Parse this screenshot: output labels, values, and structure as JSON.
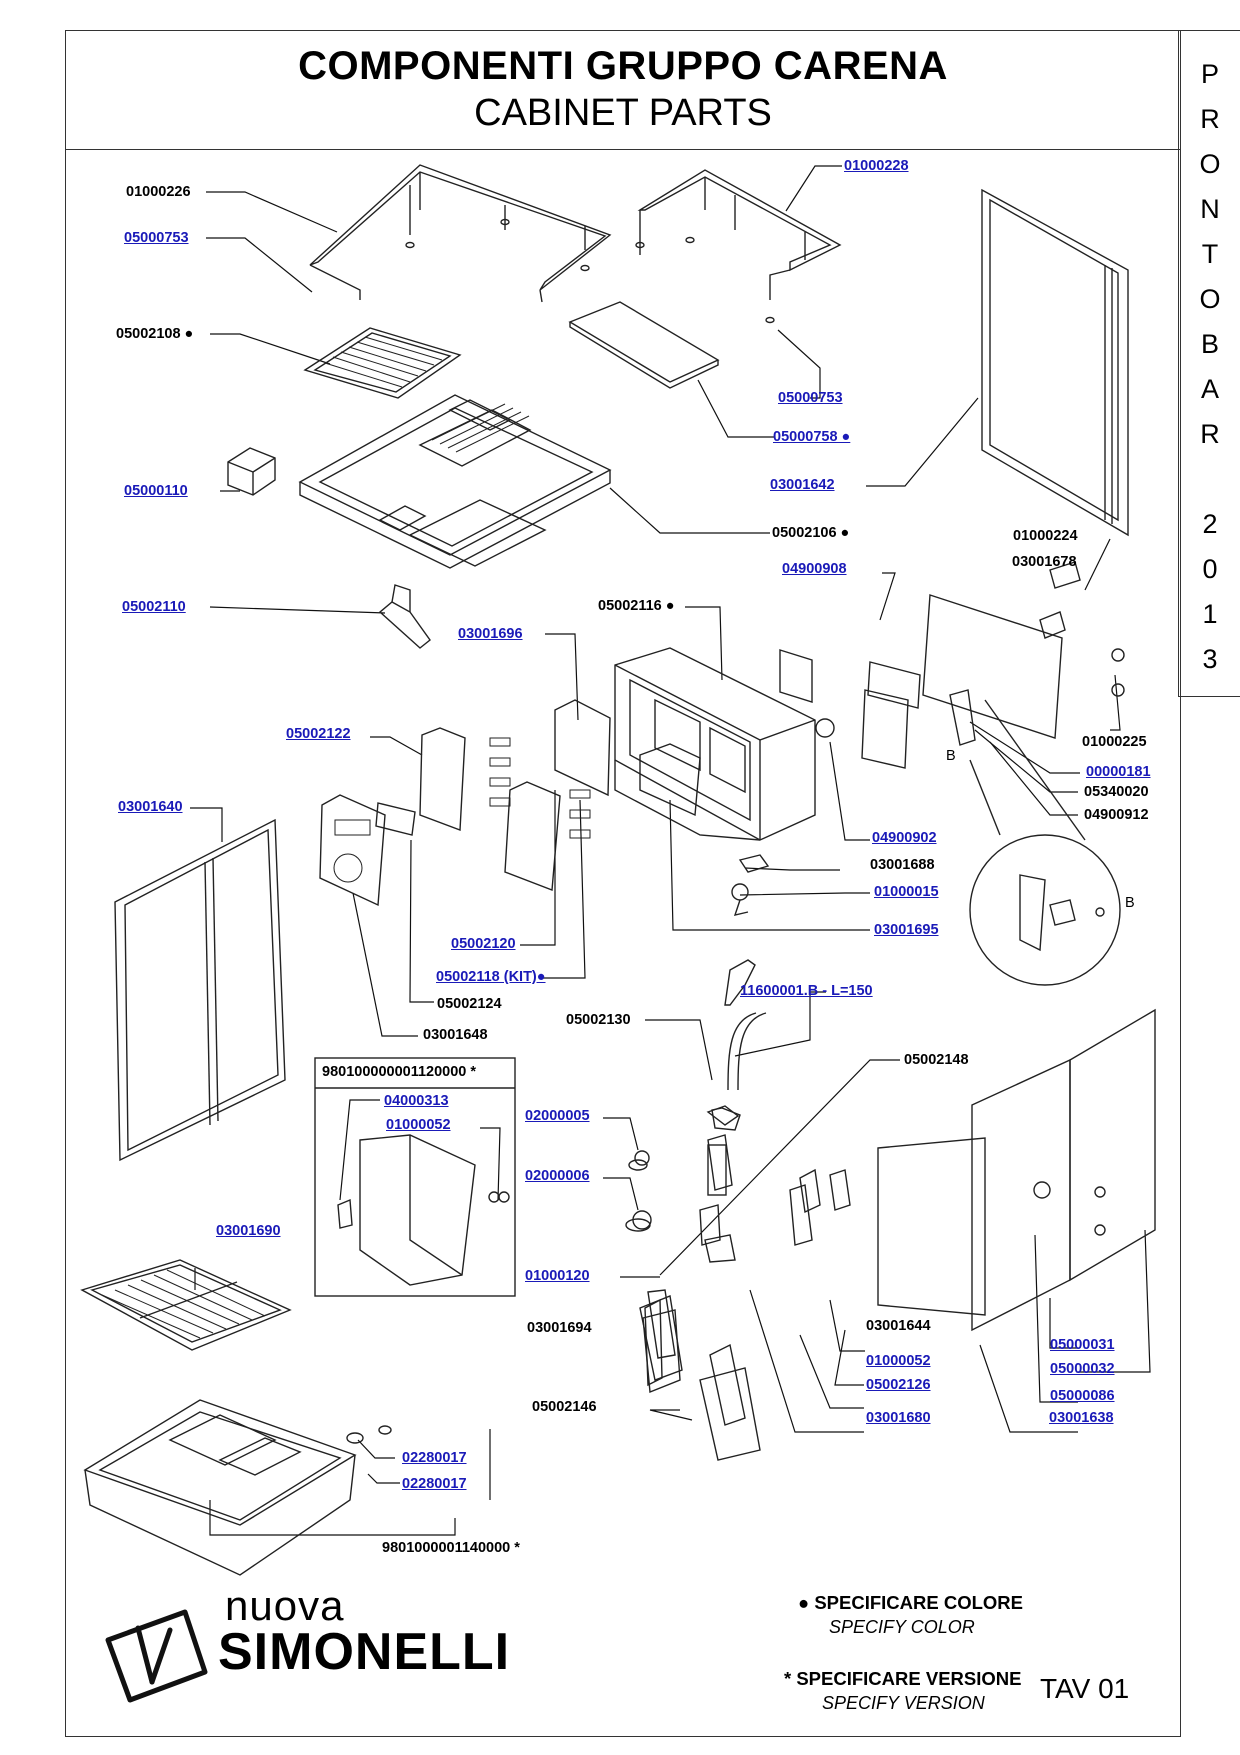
{
  "title": {
    "line1": "COMPONENTI GRUPPO CARENA",
    "line2": "CABINET PARTS"
  },
  "vertical_label": [
    "P",
    "R",
    "O",
    "N",
    "T",
    "O",
    "B",
    "A",
    "R",
    "",
    "2",
    "0",
    "1",
    "3"
  ],
  "sheet_code": "TAV 01",
  "brand": {
    "line1": "nuova",
    "line2": "SIMONELLI"
  },
  "notes": {
    "color_it": "● SPECIFICARE COLORE",
    "color_en": "SPECIFY COLOR",
    "version_it": "* SPECIFICARE VERSIONE",
    "version_en": "SPECIFY VERSION"
  },
  "kit_box": {
    "code": "980100000001120000 *"
  },
  "detail_letter": "B",
  "labels": [
    {
      "text": "01000226",
      "link": false
    },
    {
      "text": "05000753",
      "link": true
    },
    {
      "text": "05002108 ●",
      "link": false
    },
    {
      "text": "05000110",
      "link": true
    },
    {
      "text": "05002110",
      "link": true
    },
    {
      "text": "01000228",
      "link": true
    },
    {
      "text": "05000753",
      "link": true
    },
    {
      "text": "05000758 ●",
      "link": true
    },
    {
      "text": "03001642",
      "link": true
    },
    {
      "text": "05002106 ●",
      "link": false
    },
    {
      "text": "01000224",
      "link": false
    },
    {
      "text": "03001678",
      "link": false
    },
    {
      "text": "04900908",
      "link": true
    },
    {
      "text": "05002116 ●",
      "link": false
    },
    {
      "text": "03001696",
      "link": true
    },
    {
      "text": "05002122",
      "link": true
    },
    {
      "text": "01000225",
      "link": false
    },
    {
      "text": "00000181",
      "link": true
    },
    {
      "text": "05340020",
      "link": false
    },
    {
      "text": "04900912",
      "link": false
    },
    {
      "text": "03001640",
      "link": true
    },
    {
      "text": "04900902",
      "link": true
    },
    {
      "text": "03001688",
      "link": false
    },
    {
      "text": "01000015",
      "link": true
    },
    {
      "text": "03001695",
      "link": true
    },
    {
      "text": "05002120",
      "link": true
    },
    {
      "text": "05002118 (KIT)●",
      "link": true
    },
    {
      "text": "05002124",
      "link": false
    },
    {
      "text": "03001648",
      "link": false
    },
    {
      "text": "11600001.B - L=150",
      "link": true
    },
    {
      "text": "05002130",
      "link": false
    },
    {
      "text": "05002148",
      "link": false
    },
    {
      "text": "04000313",
      "link": true
    },
    {
      "text": "01000052",
      "link": true
    },
    {
      "text": "02000005",
      "link": true
    },
    {
      "text": "02000006",
      "link": true
    },
    {
      "text": "03001690",
      "link": true
    },
    {
      "text": "01000120",
      "link": true
    },
    {
      "text": "03001694",
      "link": false
    },
    {
      "text": "03001644",
      "link": false
    },
    {
      "text": "05000031",
      "link": true
    },
    {
      "text": "05000032",
      "link": true
    },
    {
      "text": "01000052",
      "link": true
    },
    {
      "text": "05002126",
      "link": true
    },
    {
      "text": "05000086",
      "link": true
    },
    {
      "text": "05002146",
      "link": false
    },
    {
      "text": "03001680",
      "link": true
    },
    {
      "text": "03001638",
      "link": true
    },
    {
      "text": "02280017",
      "link": true
    },
    {
      "text": "02280017",
      "link": true
    },
    {
      "text": "9801000001140000 *",
      "link": false
    }
  ]
}
